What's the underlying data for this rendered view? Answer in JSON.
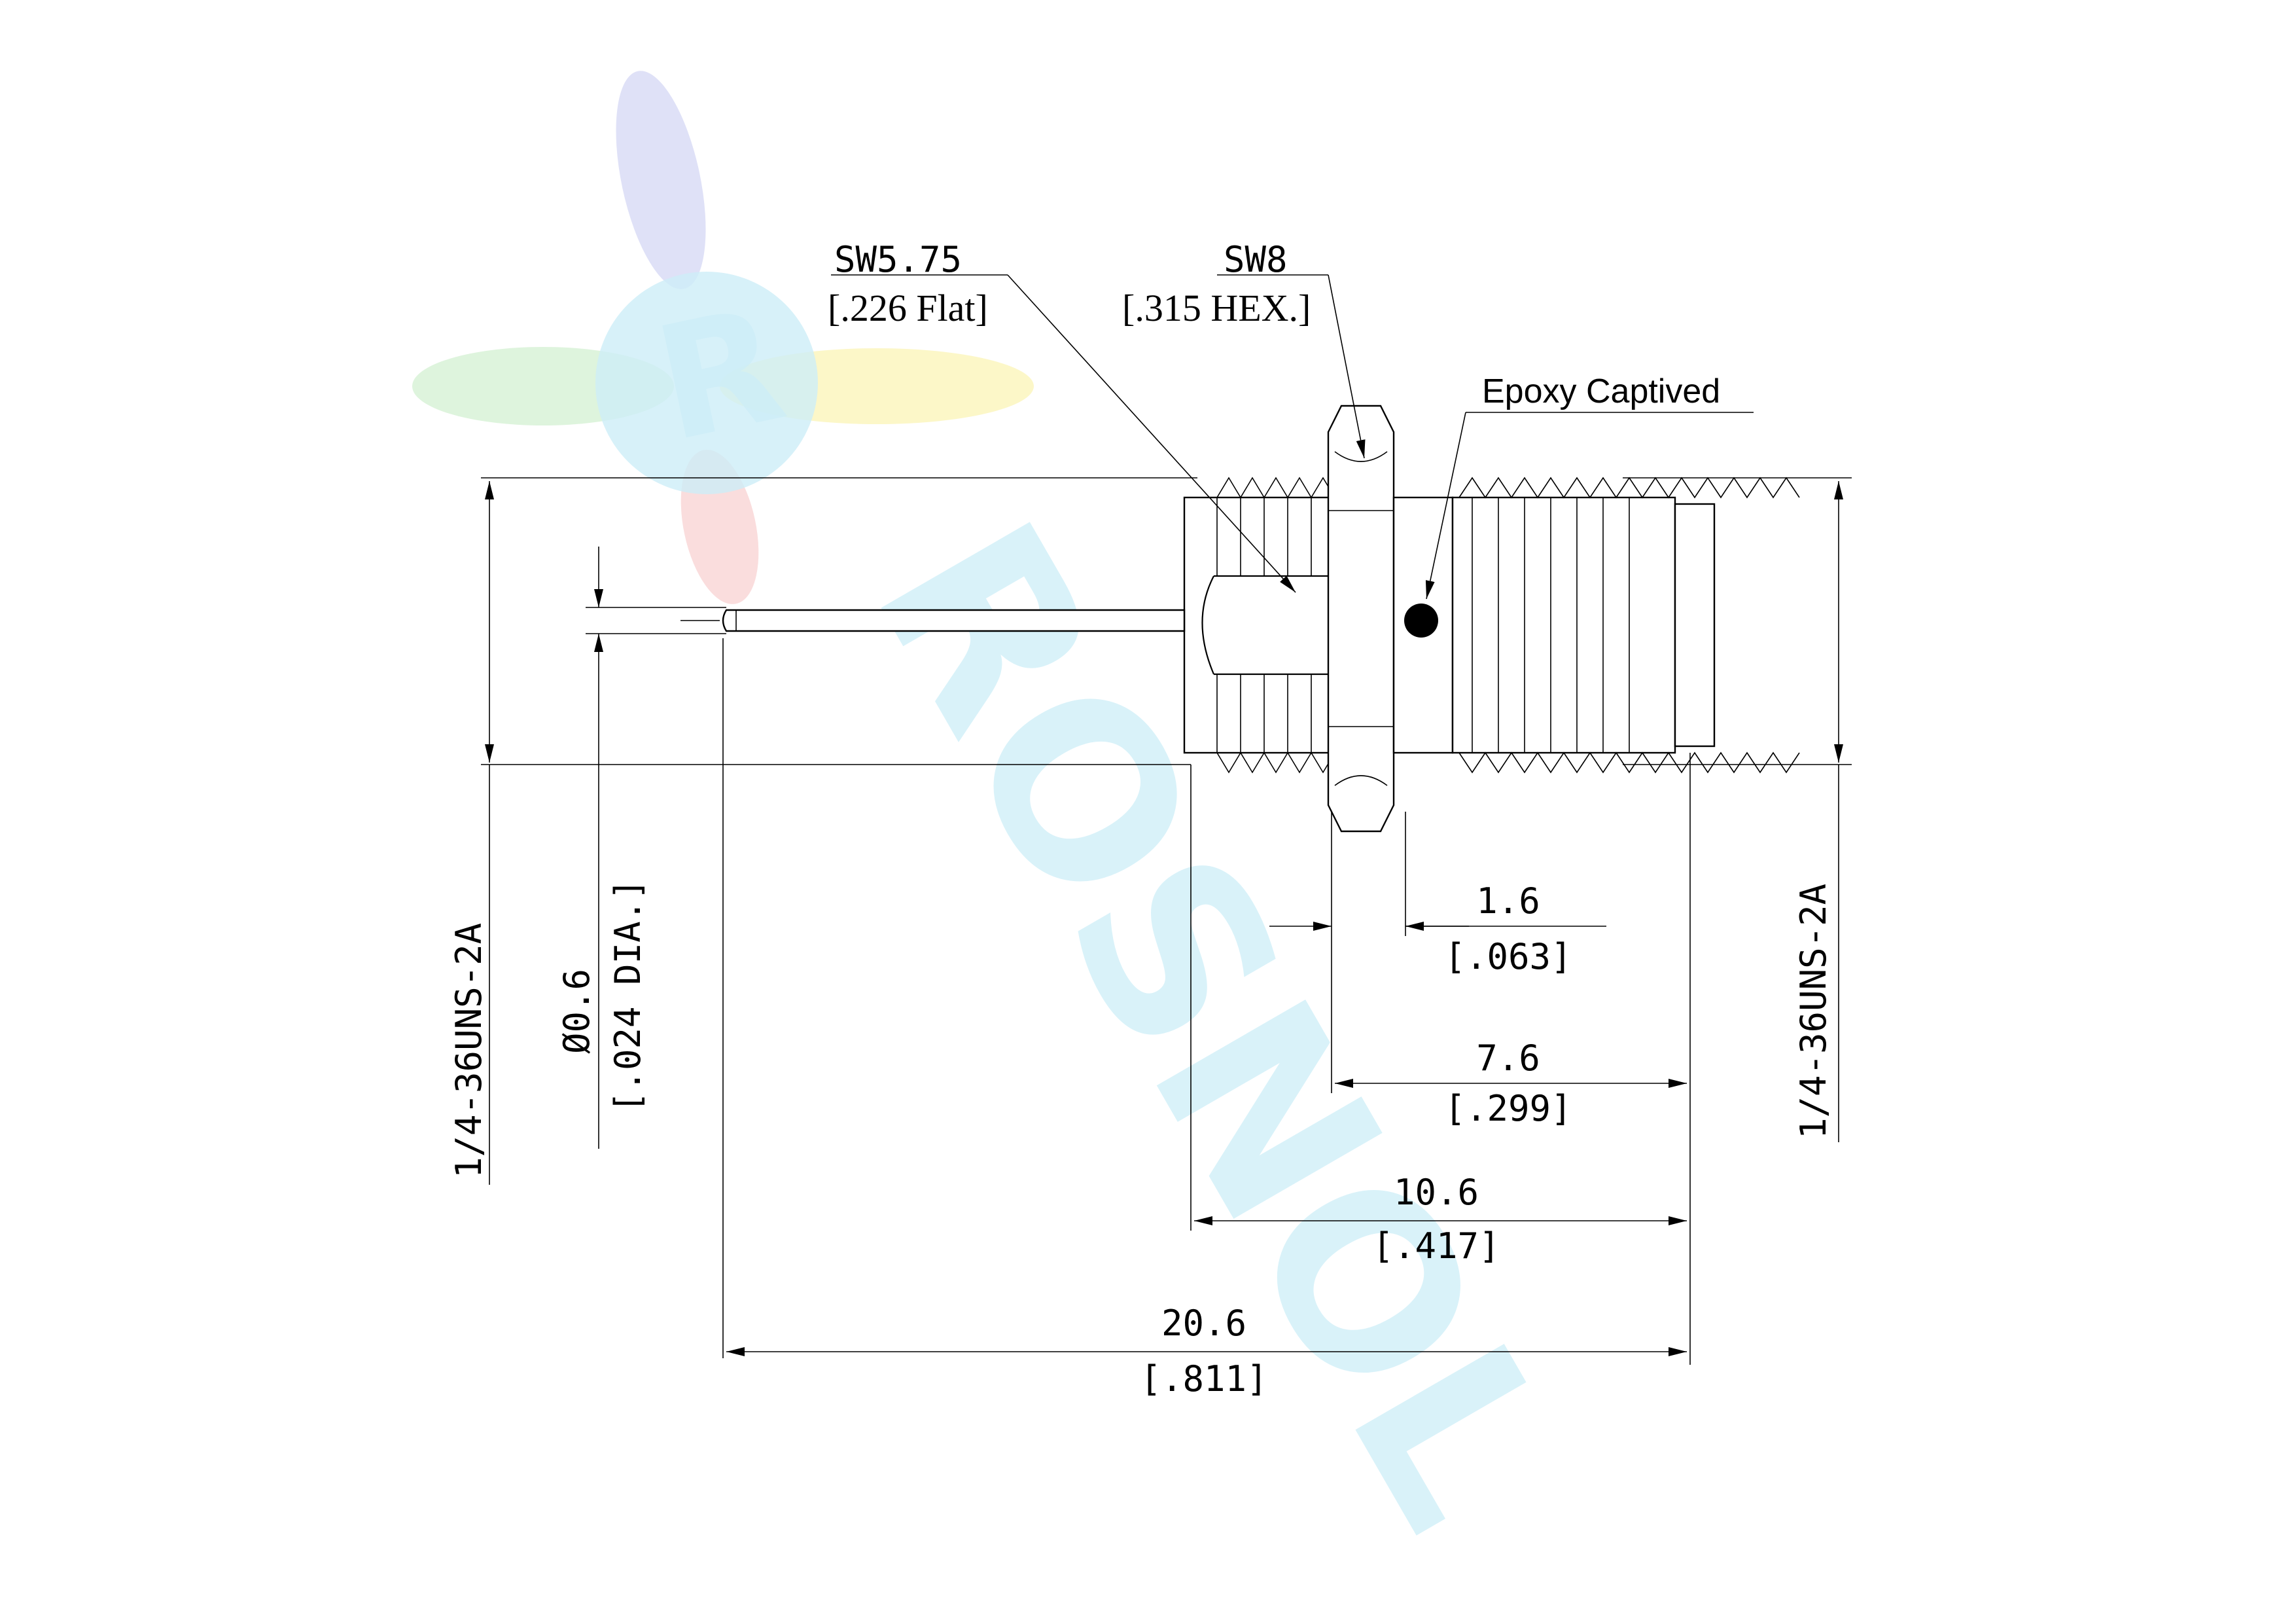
{
  "watermark": {
    "text": "ROSNOL",
    "logo_letter": "R",
    "colors": {
      "cyan": "#cdeef8",
      "yellow": "#fbf3b0",
      "green": "#c8ecc6",
      "red": "#f6c6c6",
      "blue": "#c9cdf2"
    }
  },
  "callouts": {
    "sw575": {
      "line1": "SW5.75",
      "line2": "[.226 Flat]"
    },
    "sw8": {
      "line1": "SW8",
      "line2": "[.315 HEX.]"
    },
    "epoxy": "Epoxy Captived"
  },
  "dimensions": {
    "thread_left": "1/4-36UNS-2A",
    "thread_right": "1/4-36UNS-2A",
    "pin_dia": {
      "mm": "Ø0.6",
      "inch": "[.024 DIA.]"
    },
    "d1": {
      "mm": "1.6",
      "inch": "[.063]"
    },
    "d2": {
      "mm": "7.6",
      "inch": "[.299]"
    },
    "d3": {
      "mm": "10.6",
      "inch": "[.417]"
    },
    "d4": {
      "mm": "20.6",
      "inch": "[.811]"
    }
  }
}
